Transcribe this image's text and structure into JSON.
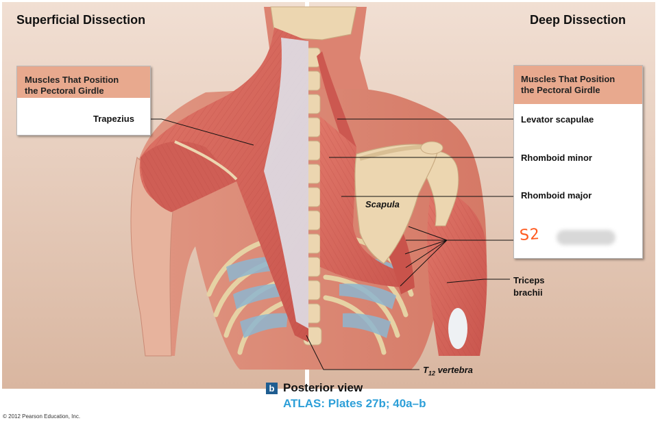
{
  "headers": {
    "left": "Superficial Dissection",
    "right": "Deep Dissection"
  },
  "left_box": {
    "title_line1": "Muscles That Position",
    "title_line2": "the Pectoral Girdle",
    "items": [
      "Trapezius"
    ]
  },
  "right_box": {
    "title_line1": "Muscles That Position",
    "title_line2": "the Pectoral Girdle",
    "items": [
      "Levator scapulae",
      "Rhomboid minor",
      "Rhomboid major"
    ],
    "handwritten": "S2"
  },
  "labels": {
    "scapula": "Scapula",
    "triceps_line1": "Triceps",
    "triceps_line2": "brachii",
    "t12_main": "T",
    "t12_sub": "12",
    "t12_rest": " vertebra"
  },
  "footer": {
    "badge": "b",
    "view": "Posterior view",
    "atlas": "ATLAS: Plates 27b; 40a–b",
    "copyright": "© 2012 Pearson Education, Inc."
  },
  "colors": {
    "panel_bg": "#e3c2ae",
    "muscle": "#d8665c",
    "box_header": "#e8a98e",
    "atlas_blue": "#2d9fd8",
    "handwriting": "#ff5a1f"
  }
}
